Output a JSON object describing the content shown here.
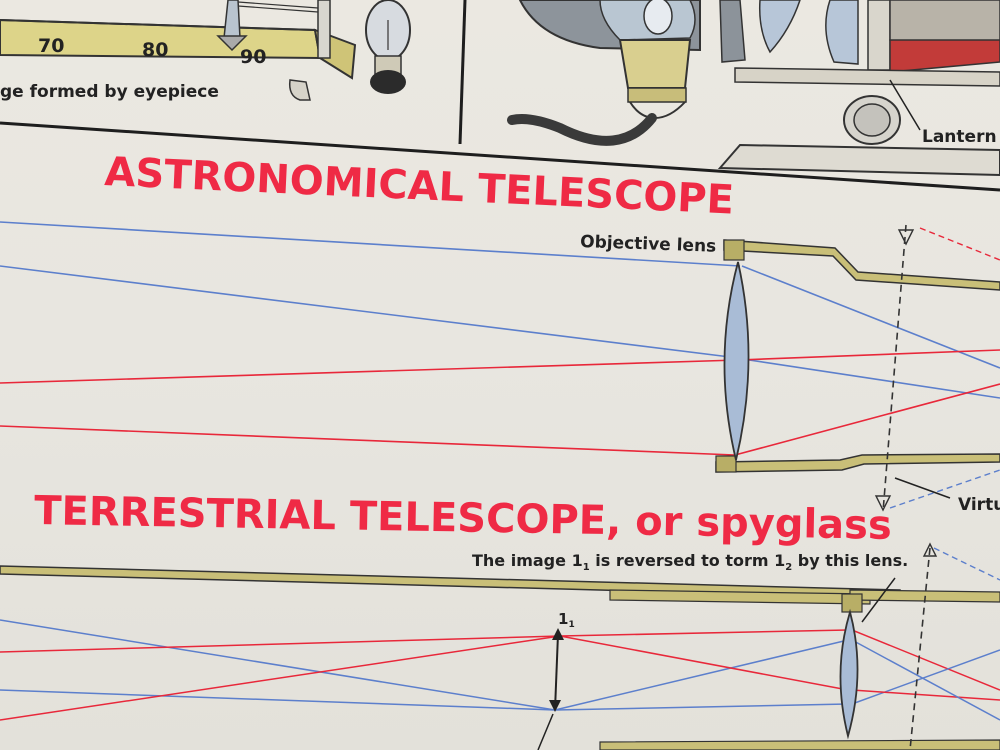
{
  "top_left_panel": {
    "scale_ticks": [
      "70",
      "80",
      "90"
    ],
    "caption": "ge formed by eyepiece"
  },
  "top_right_panel": {
    "caption": "Lantern s"
  },
  "astronomical": {
    "title": "ASTRONOMICAL TELESCOPE",
    "objective_label": "Objective lens",
    "virtual_label": "Virtu"
  },
  "terrestrial": {
    "title": "TERRESTRIAL TELESCOPE, or spyglass",
    "note_prefix": "The image ",
    "note_i1": "1",
    "note_sub1": "1",
    "note_mid": " is reversed to torm ",
    "note_i2": "1",
    "note_sub2": "2",
    "note_suffix": " by this lens.",
    "image_label": "1",
    "image_label_sub": "1"
  },
  "colors": {
    "title_red": "#ef2a45",
    "ray_red": "#e8283a",
    "ray_blue": "#5c7fcc",
    "lens_blue": "#a9bcd6",
    "brass": "#c9bf78"
  }
}
